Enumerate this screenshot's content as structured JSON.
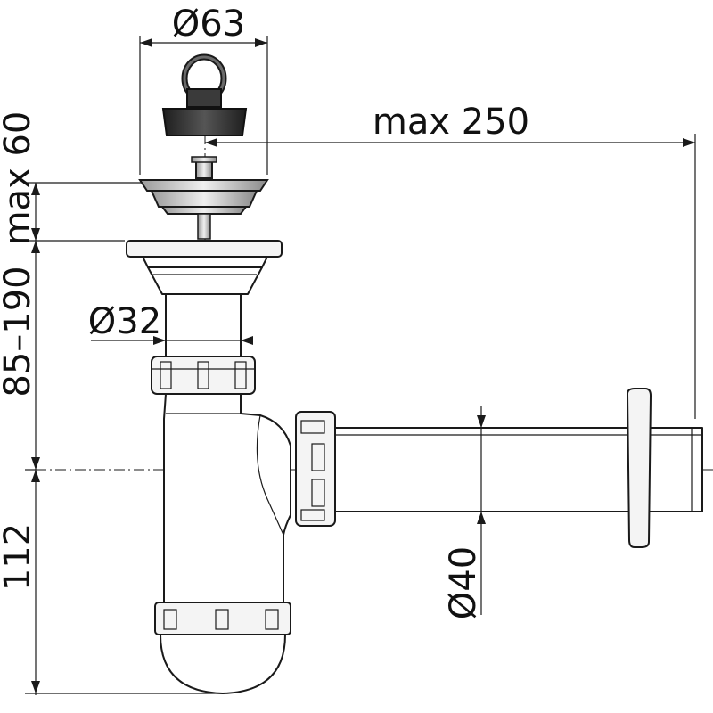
{
  "dimensions": {
    "top_diameter": "Ø63",
    "max_reach": "max 250",
    "max_height_top": "max 60",
    "height_range": "85–190",
    "pipe_diameter_small": "Ø32",
    "bottom_height": "112",
    "outlet_diameter": "Ø40"
  }
}
